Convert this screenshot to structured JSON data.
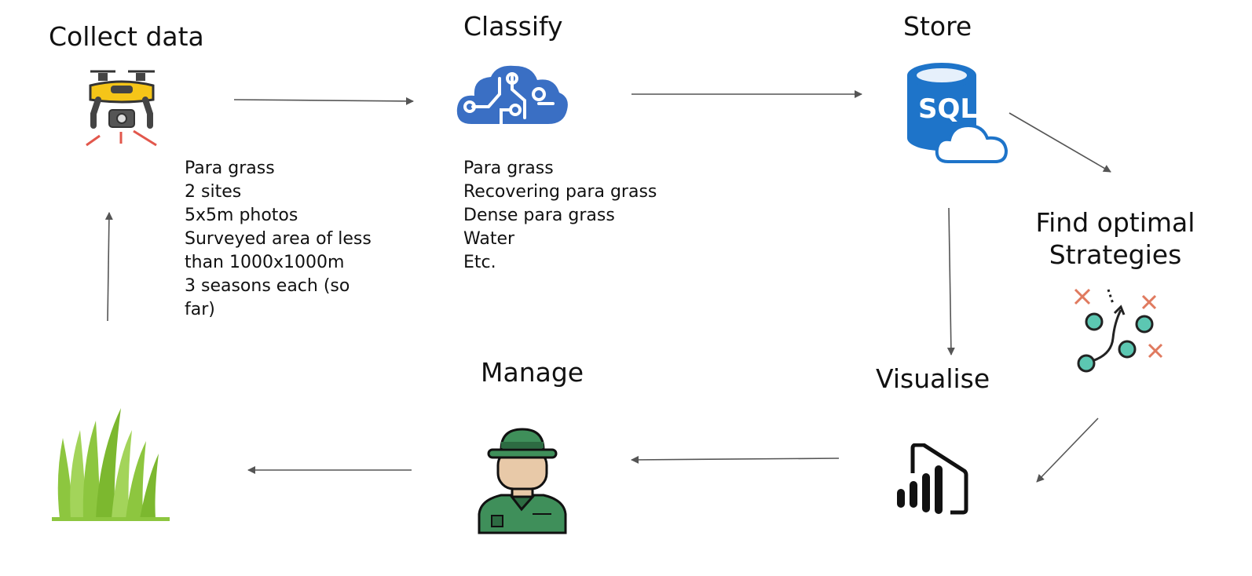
{
  "steps": {
    "collect": {
      "title": "Collect data",
      "icon": "drone-icon",
      "notes": [
        "Para grass",
        "2 sites",
        "5x5m photos",
        "Surveyed area of less",
        "than 1000x1000m",
        "3 seasons each (so",
        "far)"
      ]
    },
    "classify": {
      "title": "Classify",
      "icon": "ai-cloud-icon",
      "notes": [
        "Para grass",
        "Recovering para grass",
        "Dense para grass",
        "Water",
        "Etc."
      ]
    },
    "store": {
      "title": "Store",
      "icon": "sql-database-icon",
      "icon_text": "SQL"
    },
    "optimize": {
      "title_lines": [
        "Find optimal",
        "Strategies"
      ],
      "icon": "strategy-icon"
    },
    "visualise": {
      "title": "Visualise",
      "icon": "power-bi-icon"
    },
    "manage": {
      "title": "Manage",
      "icon": "ranger-icon"
    },
    "grass": {
      "icon": "grass-icon"
    }
  },
  "colors": {
    "arrow": "#555555",
    "drone_body": "#f5c518",
    "cloud": "#3a6fc4",
    "sql_blue": "#1e74c9",
    "teal": "#5cc7b2",
    "cross": "#e07a5f",
    "grass": "#8dc63f",
    "ranger_green": "#3f8f5a"
  }
}
